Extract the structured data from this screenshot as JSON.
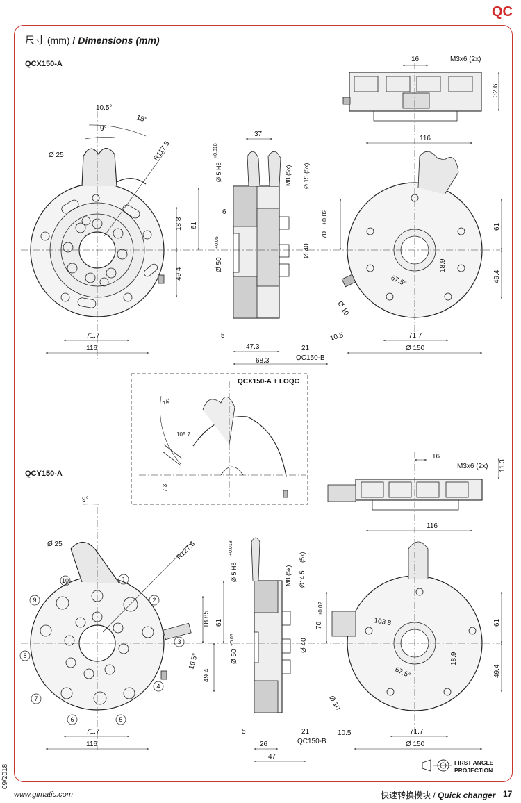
{
  "brand": "QC",
  "heading": {
    "cn": "尺寸",
    "units": "(mm)",
    "sep": " / ",
    "en": "Dimensions (mm)"
  },
  "models": {
    "a": "QCX150-A",
    "b": "QCY150-A",
    "inset": "QCX150-A + LOQC"
  },
  "dims_a": {
    "d10_5": "10.5°",
    "d18": "18°",
    "d9": "9°",
    "d25": "Ø 25",
    "r117": "R117.5",
    "d18_8": "18.8",
    "d61": "61",
    "d49_4": "49.4",
    "d71_7": "71.7",
    "d116": "116",
    "d37": "37",
    "dh8": "Ø 5 H8",
    "dh8tol": "+0.018",
    "dm8": "M8 (5x)",
    "d15": "Ø 15 (5x)",
    "d6": "6",
    "d50": "Ø 50",
    "d50tol": "+0.05",
    "d40": "Ø 40",
    "d5": "5",
    "d47_3": "47.3",
    "d21": "21",
    "d68_3": "68.3",
    "qcb": "QC150-B",
    "d16": "16",
    "dm3": "M3x6 (2x)",
    "d32_6": "32.6",
    "d116r": "116",
    "d70": "70",
    "d70tol": "±0.02",
    "d61r": "61",
    "d18_9": "18.9",
    "d67": "67.5°",
    "d49r": "49.4",
    "d10": "Ø 10",
    "d10_5r": "10.5",
    "d71r": "71.7",
    "d150": "Ø 150"
  },
  "dims_inset": {
    "d74": "74°",
    "d105": "105.7",
    "d7_3": "7.3"
  },
  "dims_b": {
    "d9": "9°",
    "d25": "Ø 25",
    "r127": "R127.5",
    "d18_85": "18.85",
    "d61": "61",
    "d16_5": "16.5°",
    "d49_4": "49.4",
    "d71_7": "71.7",
    "d116": "116",
    "dh8": "Ø 5 H8",
    "dh8tol": "+0.018",
    "dm8": "M8 (5x)",
    "d5x": "(5x)",
    "d14_5": "Ø14.5",
    "d50": "Ø 50",
    "d50tol": "+0.05",
    "d40": "Ø 40",
    "d5": "5",
    "d26": "26",
    "d21": "21",
    "d47": "47",
    "qcb": "QC150-B",
    "d16": "16",
    "dm3": "M3x6 (2x)",
    "d11_3": "11.3",
    "d116r": "116",
    "d70": "70",
    "d70tol": "±0.02",
    "d103": "103.8",
    "d61r": "61",
    "d18_9": "18.9",
    "d67": "67.5°",
    "d49r": "49.4",
    "d10": "Ø 10",
    "d10_5": "10.5",
    "d71r": "71.7",
    "d150": "Ø 150",
    "callouts": [
      "1",
      "2",
      "3",
      "4",
      "5",
      "6",
      "7",
      "8",
      "9",
      "10"
    ]
  },
  "projection": {
    "line1": "FIRST ANGLE",
    "line2": "PROJECTION"
  },
  "footer": {
    "date": "09/2018",
    "site": "www.gimatic.com",
    "cn": "快速转换模块",
    "sep": " / ",
    "en": "Quick changer",
    "page": "17"
  }
}
